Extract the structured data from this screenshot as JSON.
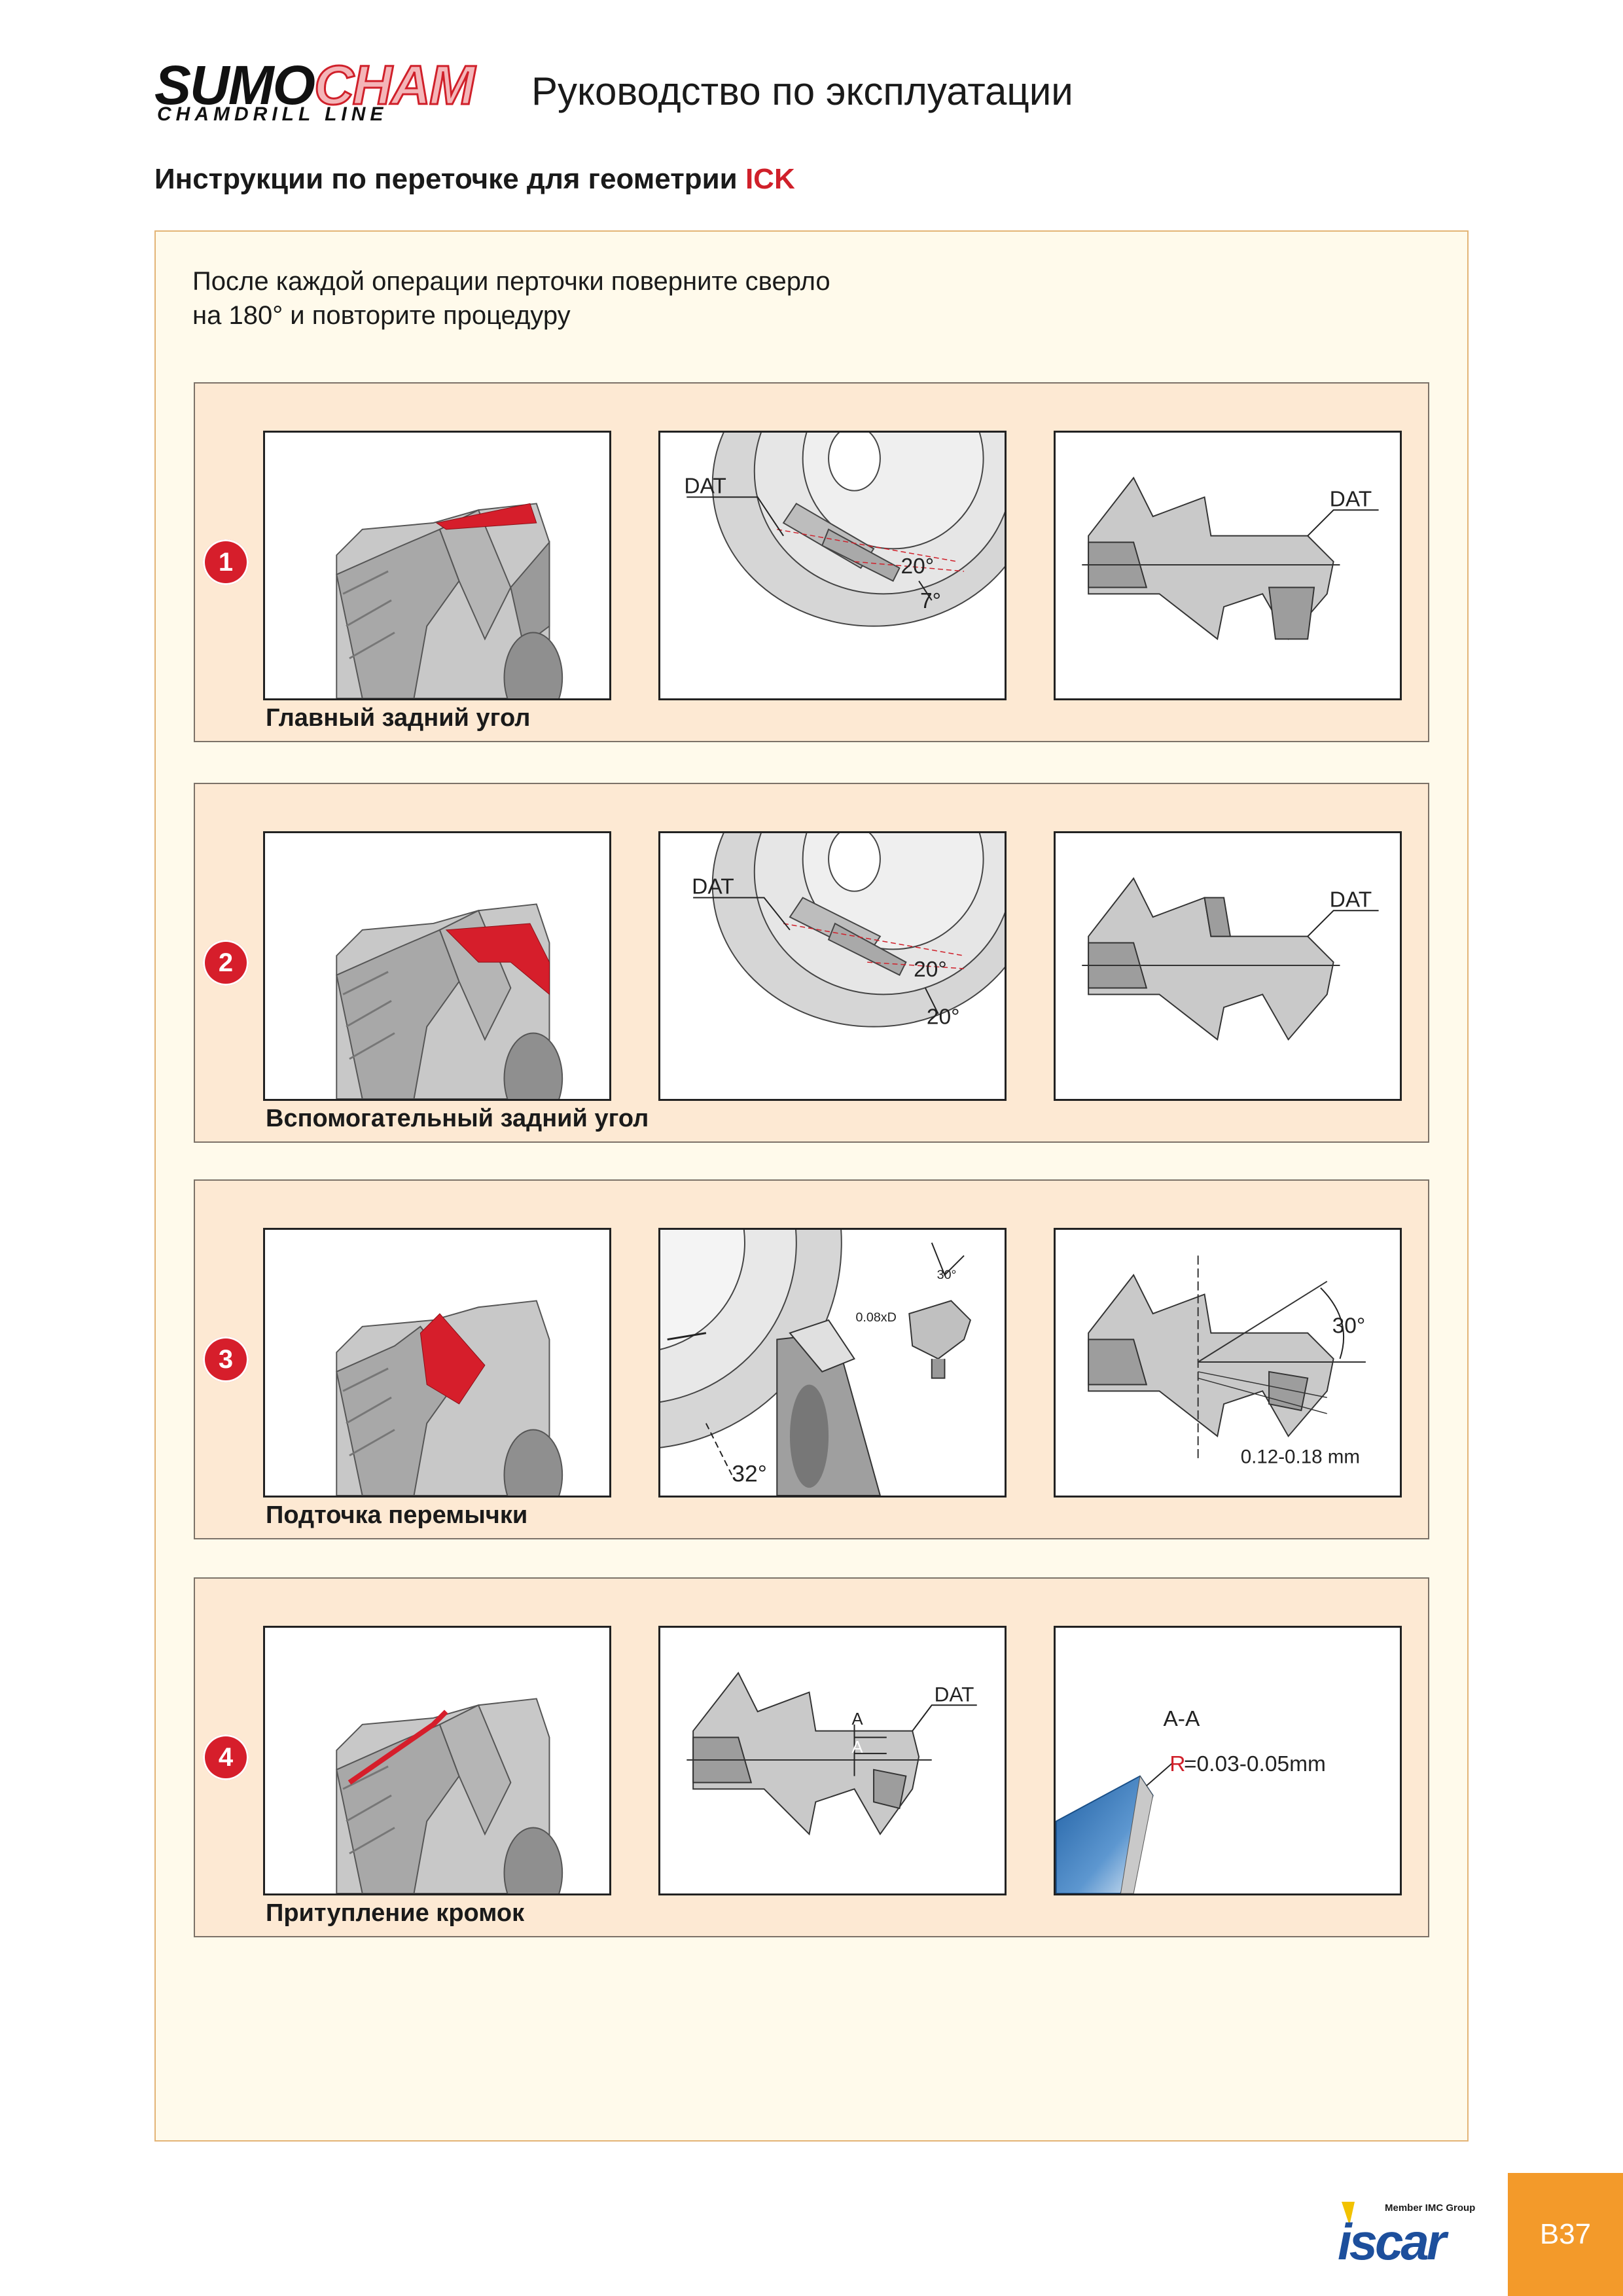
{
  "header": {
    "logo_main": "SUMO",
    "logo_accent": "CHAM",
    "logo_sub": "CHAMDRILL LINE",
    "title": "Руководство по эксплуатации"
  },
  "section": {
    "title": "Инструкции по переточке для геометрии ",
    "title_accent": "ICK"
  },
  "intro": {
    "line1": "После каждой операции перточки поверните сверло",
    "line2": "на 180° и повторите процедуру"
  },
  "steps": [
    {
      "number": "1",
      "caption": "Главный задний угол",
      "labels": {
        "dat": "DAT",
        "angle_a": "20°",
        "angle_b": "7°",
        "dat2": "DAT"
      }
    },
    {
      "number": "2",
      "caption": "Вспомогательный задний угол",
      "labels": {
        "dat": "DAT",
        "angle_a": "20°",
        "angle_b": "20°",
        "dat2": "DAT"
      }
    },
    {
      "number": "3",
      "caption": "Подточка перемычки",
      "labels": {
        "angle_a": "32°",
        "small_angle": "30°",
        "offset": "0.08xD",
        "angle_b": "30°",
        "tolerance": "0.12-0.18 mm"
      }
    },
    {
      "number": "4",
      "caption": "Притупление кромок",
      "labels": {
        "dat": "DAT",
        "section_a": "A",
        "section_a2": "A",
        "section_title": "A-A",
        "radius_r": "R",
        "radius_value": "=0.03-0.05mm"
      }
    }
  ],
  "footer": {
    "member_text": "Member IMC Group",
    "brand": "iscar",
    "page_number": "B37"
  },
  "colors": {
    "accent_red": "#d0202a",
    "outer_bg": "#fffaeb",
    "step_bg": "#fde9d3",
    "page_tab": "#f39a2a",
    "border_orange": "#e3b476"
  }
}
